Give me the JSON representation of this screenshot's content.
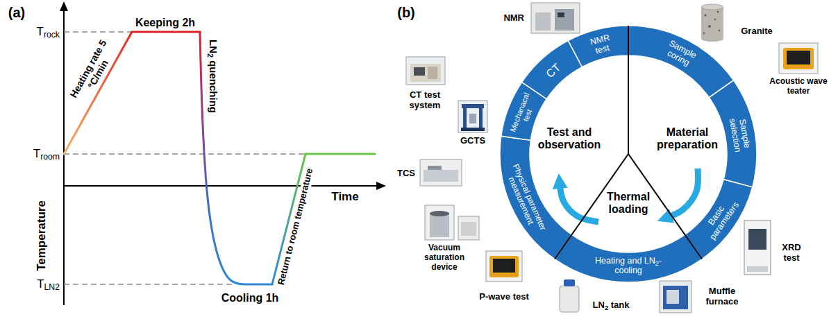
{
  "diagram": {
    "nodes": [
      {
        "text": [
          "Test and observation"
        ]
      },
      {
        "text": [
          "Material preparation"
        ]
      },
      {
        "text": [
          "Thermal loading"
        ]
      },
      {
        "text": [
          "NMR test"
        ],
        "in": 0
      },
      {
        "text": [
          "Sample coring"
        ],
        "in": 1
      },
      {
        "text": [
          "Sample selection"
        ],
        "in": 1
      },
      {
        "text": [
          "Basic parameters"
        ],
        "in": 1
      },
      {
        "text": [
          "Heating and LN2-cooling"
        ],
        "in": 2
      },
      {
        "text": [
          "Physical parameter measurement"
        ],
        "in": 0
      },
      {
        "text": [
          "Mechanacal test"
        ],
        "in": 0
      },
      {
        "text": [
          "CT"
        ],
        "in": 0
      }
    ],
    "edges": [
      {
        "from": 1,
        "to": 2,
        "arrow": "to"
      },
      {
        "from": 2,
        "to": 0,
        "arrow": "to"
      }
    ],
    "labels": [
      "(a)",
      "Temperature",
      "Time",
      "Trock",
      "Troom",
      "TLN2",
      "Keeping 2h",
      "Heating rate 5 °C/min",
      "LN2 quenching",
      "Return to room temperature",
      "Cooling 1h",
      "(b)",
      "CT test system",
      "NMR",
      "Granite",
      "Acoustic wave teater",
      "GCTS",
      "TCS",
      "XRD test",
      "Vacuum saturation device",
      "P-wave test",
      "LN2 tank",
      "Muffle furnace"
    ]
  }
}
